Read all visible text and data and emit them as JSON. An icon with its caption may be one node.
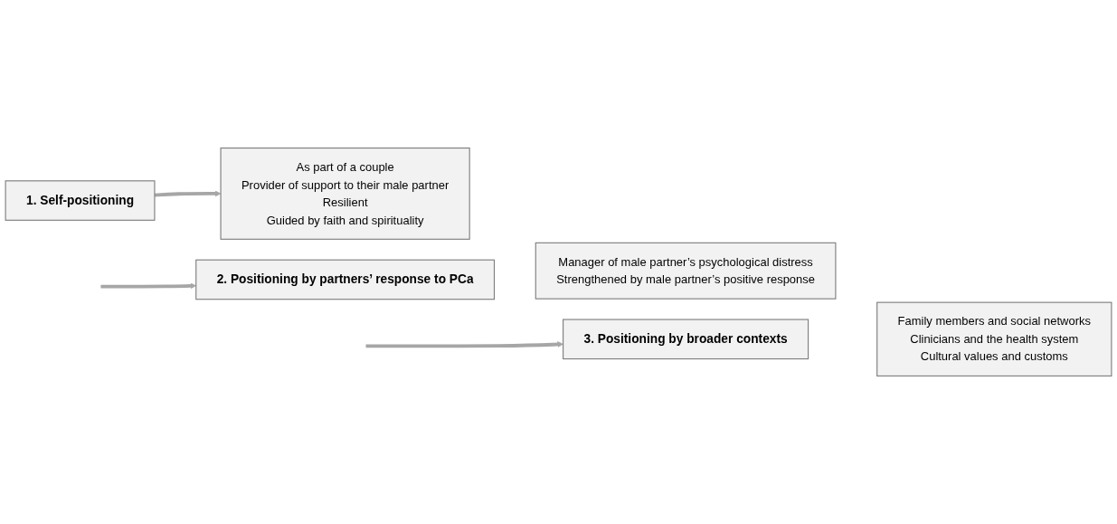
{
  "diagram": {
    "nodes": [
      {
        "text": [
          "1. Self-positioning"
        ]
      },
      {
        "text": [
          "As part of a couple",
          "Provider of support to their male partner",
          "Resilient",
          "Guided by faith and spirituality"
        ]
      },
      {
        "text": [
          "2.  Positioning by partners’ response to PCa"
        ]
      },
      {
        "text": [
          "Manager of male partner’s psychological distress",
          "Strengthened by male partner’s positive response"
        ]
      },
      {
        "text": [
          "3. Positioning by broader contexts"
        ]
      },
      {
        "text": [
          "Family members and social networks",
          "Clinicians and the health system",
          "Cultural values and customs"
        ]
      }
    ],
    "edges": [
      {
        "from": 0,
        "to": 1,
        "arrow": "to"
      },
      {
        "from": null,
        "to": 2,
        "arrow": "to"
      },
      {
        "from": null,
        "to": 4,
        "arrow": "to"
      }
    ]
  }
}
